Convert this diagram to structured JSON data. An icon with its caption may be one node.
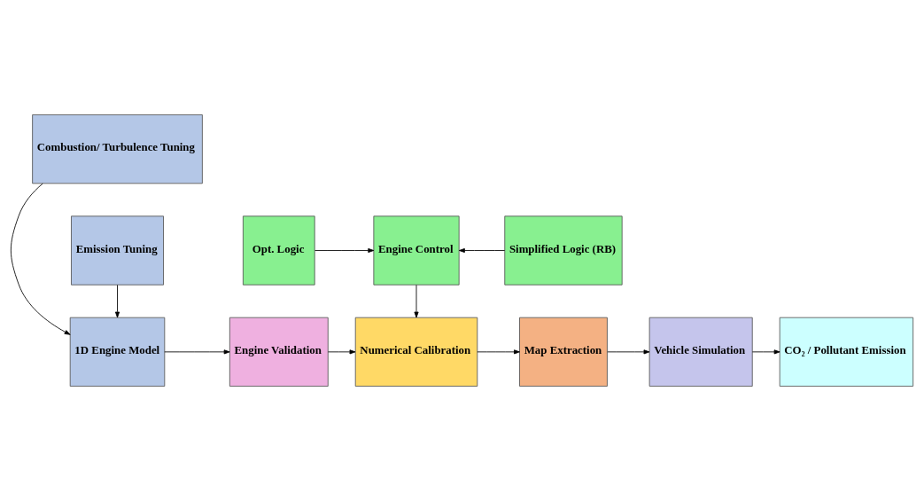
{
  "diagram": {
    "nodes": [
      {
        "text": [
          "Combustion/ Turbulence Tuning"
        ]
      },
      {
        "text": [
          "1D Engine Model"
        ]
      },
      {
        "text": [
          "Engine Validation"
        ]
      },
      {
        "text": [
          "Numerical Calibration"
        ]
      },
      {
        "text": [
          "Map Extraction"
        ]
      },
      {
        "text": [
          "Vehicle Simulation"
        ]
      },
      {
        "text": [
          "CO₂ / Pollutant Emission"
        ]
      },
      {
        "text": [
          "Emission Tuning"
        ]
      },
      {
        "text": [
          "Opt. Logic"
        ]
      },
      {
        "text": [
          "Engine Control"
        ]
      },
      {
        "text": [
          "Simplified Logic (RB)"
        ]
      }
    ],
    "edges": [
      {
        "from": 0,
        "to": 1,
        "arrow": "to"
      },
      {
        "from": 1,
        "to": 2,
        "arrow": "to"
      },
      {
        "from": 2,
        "to": 3,
        "arrow": "to"
      },
      {
        "from": 3,
        "to": 4,
        "arrow": "to"
      },
      {
        "from": 4,
        "to": 5,
        "arrow": "to"
      },
      {
        "from": 5,
        "to": 6,
        "arrow": "to"
      },
      {
        "from": 7,
        "to": 1,
        "arrow": "to"
      },
      {
        "from": 8,
        "to": 9,
        "arrow": "to"
      },
      {
        "from": 10,
        "to": 9,
        "arrow": "to"
      },
      {
        "from": 9,
        "to": 3,
        "arrow": "to"
      }
    ]
  }
}
